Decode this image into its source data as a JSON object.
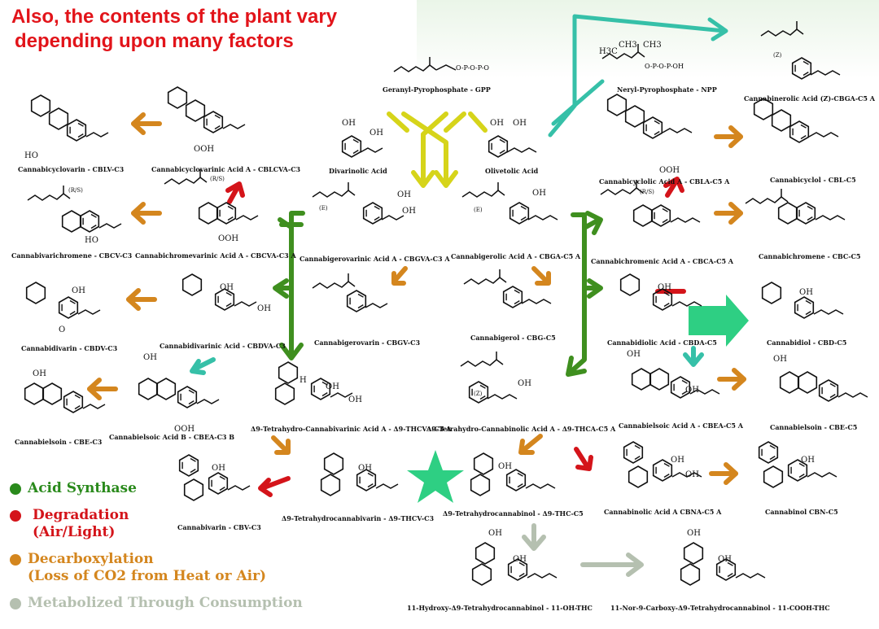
{
  "header": {
    "line1": "Also, the contents of the plant vary",
    "line2": "depending upon many factors"
  },
  "compounds": [
    {
      "id": "gpp",
      "label": "Geranyl-Pyrophosphate - GPP"
    },
    {
      "id": "npp",
      "label": "Neryl-Pyrophosphate - NPP"
    },
    {
      "id": "cbga-z",
      "label": "Cannabinerolic Acid (Z)-CBGA-C5 A"
    },
    {
      "id": "divarinolic",
      "label": "Divarinolic Acid"
    },
    {
      "id": "olivetolic",
      "label": "Olivetolic Acid"
    },
    {
      "id": "cblv",
      "label": "Cannabicyclovarin - CBLV-C3"
    },
    {
      "id": "cblva",
      "label": "Cannabicyclovarinic Acid A - CBLCVA-C3"
    },
    {
      "id": "cbla",
      "label": "Cannabicyclolic Acid A - CBLA-C5 A"
    },
    {
      "id": "cbl",
      "label": "Cannabicyclol - CBL-C5"
    },
    {
      "id": "cbcv",
      "label": "Cannabivarichromene - CBCV-C3"
    },
    {
      "id": "cbcva",
      "label": "Cannabichromevarinic Acid A - CBCVA-C3 A"
    },
    {
      "id": "cbgva",
      "label": "Cannabigerovarinic Acid A - CBGVA-C3 A"
    },
    {
      "id": "cbga",
      "label": "Cannabigerolic Acid A - CBGA-C5 A"
    },
    {
      "id": "cbca",
      "label": "Cannabichromenic Acid A - CBCA-C5 A"
    },
    {
      "id": "cbc",
      "label": "Cannabichromene - CBC-C5"
    },
    {
      "id": "cbgv",
      "label": "Cannabigerovarin - CBGV-C3"
    },
    {
      "id": "cbg",
      "label": "Cannabigerol - CBG-C5"
    },
    {
      "id": "cbdv",
      "label": "Cannabidivarin - CBDV-C3"
    },
    {
      "id": "cbdva",
      "label": "Cannabidivarinic Acid - CBDVA-C3"
    },
    {
      "id": "cbda",
      "label": "Cannabidiolic Acid - CBDA-C5"
    },
    {
      "id": "cbd",
      "label": "Cannabidiol - CBD-C5"
    },
    {
      "id": "cbe3",
      "label": "Cannabielsoin - CBE-C3"
    },
    {
      "id": "cbea3",
      "label": "Cannabielsoic Acid B - CBEA-C3 B"
    },
    {
      "id": "thcva",
      "label": "Δ9-Tetrahydro-Cannabivarinic Acid A - Δ9-THCVA-C3 A"
    },
    {
      "id": "thca",
      "label": "Δ9-Tetrahydro-Cannabinolic Acid A - Δ9-THCA-C5 A"
    },
    {
      "id": "cbea5",
      "label": "Cannabielsoic Acid A - CBEA-C5 A"
    },
    {
      "id": "cbe5",
      "label": "Cannabielsoin - CBE-C5"
    },
    {
      "id": "cbv",
      "label": "Cannabivarin - CBV-C3"
    },
    {
      "id": "thcv",
      "label": "Δ9-Tetrahydrocannabivarin - Δ9-THCV-C3"
    },
    {
      "id": "thc",
      "label": "Δ9-Tetrahydrocannabinol - Δ9-THC-C5"
    },
    {
      "id": "cbna",
      "label": "Cannabinolic Acid A CBNA-C5 A"
    },
    {
      "id": "cbn",
      "label": "Cannabinol CBN-C5"
    },
    {
      "id": "ohthc",
      "label": "11-Hydroxy-Δ9-Tetrahydrocannabinol - 11-OH-THC"
    },
    {
      "id": "coohthc",
      "label": "11-Nor-9-Carboxy-Δ9-Tetrahydrocannabinol - 11-COOH-THC"
    }
  ],
  "atoms": [
    "HO",
    "OH",
    "O",
    "H",
    "OOH",
    "H3C",
    "CH3",
    "(E)",
    "(Z)",
    "(R/S)",
    "P"
  ],
  "legend": [
    {
      "line1": "Acid Synthase",
      "line2": "",
      "color": "#2a8a1c",
      "text_color": "#2a8a1c"
    },
    {
      "line1": "Degradation",
      "line2": "(Air/Light)",
      "color": "#d4141a",
      "text_color": "#d4141a"
    },
    {
      "line1": "Decarboxylation",
      "line2": "(Loss of CO2 from Heat or Air)",
      "color": "#d4861e",
      "text_color": "#d4861e"
    },
    {
      "line1": "Metabolized Through Consumption",
      "line2": "",
      "color": "#b5c0b0",
      "text_color": "#b5c0b0"
    }
  ],
  "colors": {
    "acid_synthase": "#3f8f1f",
    "degradation": "#d4141a",
    "decarboxylation": "#d4861e",
    "metabolized": "#b5c0b0",
    "nerol_path": "#36c0a8",
    "precursor": "#d6d41a",
    "highlight": "#2ecf83",
    "header": "#e2141a"
  }
}
